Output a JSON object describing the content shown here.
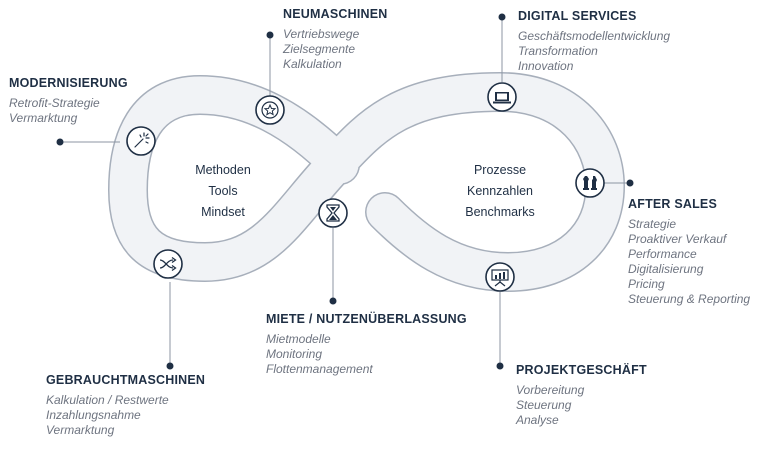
{
  "center_left": [
    "Methoden",
    "Tools",
    "Mindset"
  ],
  "center_right": [
    "Prozesse",
    "Kennzahlen",
    "Benchmarks"
  ],
  "sections": {
    "modernisierung": {
      "title": "MODERNISIERUNG",
      "items": [
        "Retrofit-Strategie",
        "Vermarktung"
      ],
      "icon": "fireworks-icon"
    },
    "neumaschinen": {
      "title": "NEUMASCHINEN",
      "items": [
        "Vertriebswege",
        "Zielsegmente",
        "Kalkulation"
      ],
      "icon": "star-badge-icon"
    },
    "digital_services": {
      "title": "DIGITAL SERVICES",
      "items": [
        "Geschäftsmodellentwicklung",
        "Transformation",
        "Innovation"
      ],
      "icon": "laptop-icon"
    },
    "after_sales": {
      "title": "AFTER SALES",
      "items": [
        "Strategie",
        "Proaktiver Verkauf",
        "Performance",
        "Digitalisierung",
        "Pricing",
        "Steuerung & Reporting"
      ],
      "icon": "chess-pieces-icon"
    },
    "miete": {
      "title": "MIETE / NUTZENÜBERLASSUNG",
      "items": [
        "Mietmodelle",
        "Monitoring",
        "Flottenmanagement"
      ],
      "icon": "hourglass-icon"
    },
    "projektgeschaeft": {
      "title": "PROJEKTGESCHÄFT",
      "items": [
        "Vorbereitung",
        "Steuerung",
        "Analyse"
      ],
      "icon": "presentation-board-icon"
    },
    "gebrauchtmaschinen": {
      "title": "GEBRAUCHTMASCHINEN",
      "items": [
        "Kalkulation / Restwerte",
        "Inzahlungsnahme",
        "Vermarktung"
      ],
      "icon": "shuffle-icon"
    }
  },
  "colors": {
    "navy": "#1f2f44",
    "band_fill": "#f1f3f6",
    "band_outline": "#a7afbb",
    "item_gray": "#6e7480",
    "connector": "#8c96a3"
  }
}
